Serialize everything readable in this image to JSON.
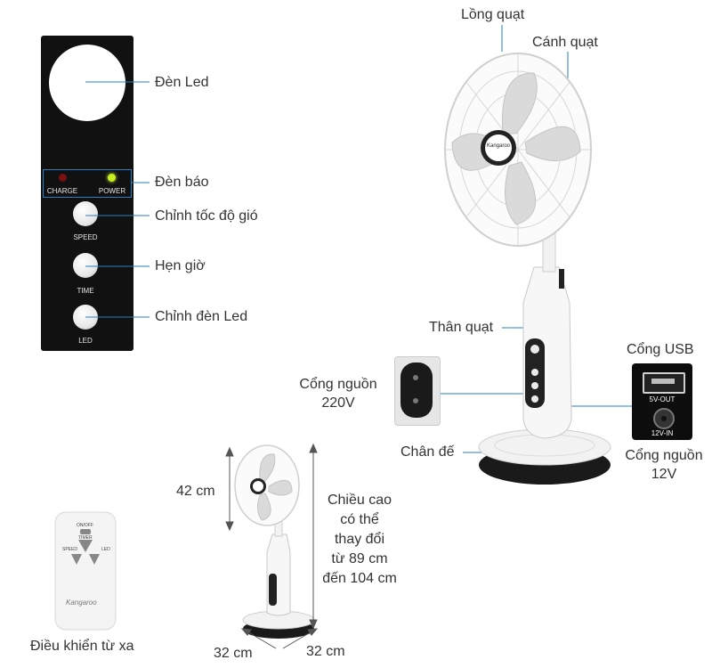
{
  "colors": {
    "panel": "#111111",
    "line": "#2a7fbf",
    "text": "#333333",
    "fan_white": "#f7f7f7",
    "fan_grey": "#d0d0d0",
    "base_black": "#1a1a1a"
  },
  "panel": {
    "charge_label": "CHARGE",
    "power_label": "POWER",
    "speed_label": "SPEED",
    "time_label": "TIME",
    "led_label": "LED"
  },
  "callouts": {
    "den_led": "Đèn Led",
    "den_bao": "Đèn báo",
    "chinh_toc_do_gio": "Chỉnh tốc độ gió",
    "hen_gio": "Hẹn giờ",
    "chinh_den_led": "Chỉnh đèn Led",
    "long_quat": "Lồng quạt",
    "canh_quat": "Cánh quạt",
    "than_quat": "Thân quạt",
    "cong_usb": "Cổng USB",
    "cong_nguon_220_line1": "Cổng nguồn",
    "cong_nguon_220_line2": "220V",
    "chan_de": "Chân đế",
    "cong_nguon_12_line1": "Cổng nguồn",
    "cong_nguon_12_line2": "12V"
  },
  "socket": {
    "out_label": "5V-OUT",
    "in_label": "12V-IN"
  },
  "remote": {
    "label": "Điều khiển từ xa",
    "brand": "Kangaroo",
    "onoff": "ON/OFF",
    "timer": "TIMER",
    "speed": "SPEED",
    "led": "LED"
  },
  "fan_brand": "Kangaroo",
  "dimensions": {
    "head_height": "42 cm",
    "height_l1": "Chiều cao",
    "height_l2": "có thể",
    "height_l3": "thay đổi",
    "height_l4": "từ 89 cm",
    "height_l5": "đến 104 cm",
    "width_left": "32 cm",
    "width_right": "32 cm"
  }
}
